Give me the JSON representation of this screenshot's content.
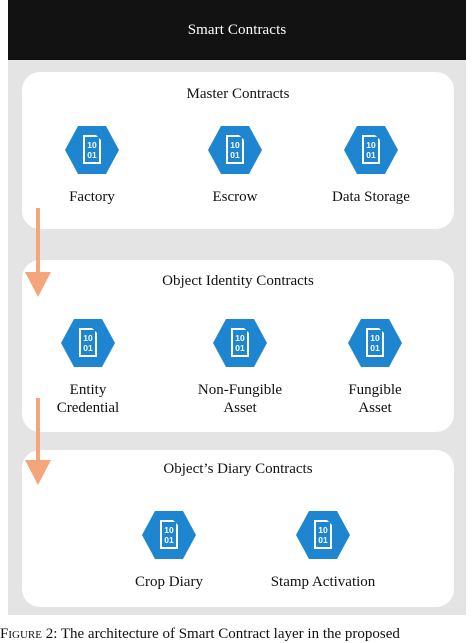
{
  "header": {
    "title": "Smart Contracts"
  },
  "sections": {
    "master": {
      "title": "Master Contracts",
      "items": [
        {
          "label": "Factory",
          "icon": "binary-file-icon"
        },
        {
          "label": "Escrow",
          "icon": "binary-file-icon"
        },
        {
          "label": "Data Storage",
          "icon": "binary-file-icon"
        }
      ]
    },
    "identity": {
      "title": "Object Identity Contracts",
      "items": [
        {
          "label": "Entity\nCredential",
          "icon": "binary-file-icon"
        },
        {
          "label": "Non-Fungible\nAsset",
          "icon": "binary-file-icon"
        },
        {
          "label": "Fungible\nAsset",
          "icon": "binary-file-icon"
        }
      ]
    },
    "diary": {
      "title": "Object’s Diary Contracts",
      "items": [
        {
          "label": "Crop Diary",
          "icon": "binary-file-icon"
        },
        {
          "label": "Stamp Activation",
          "icon": "binary-file-icon"
        }
      ]
    }
  },
  "icon_text": {
    "line1": "10",
    "line2": "01"
  },
  "colors": {
    "header_bg": "#121212",
    "panel_bg": "#e4e4e4",
    "card_bg": "#ffffff",
    "hexagon": "#1e85d0",
    "arrow": "#f4a57a"
  },
  "caption": {
    "label": "Figure 2:",
    "text": " The architecture of Smart Contract layer in the proposed"
  }
}
